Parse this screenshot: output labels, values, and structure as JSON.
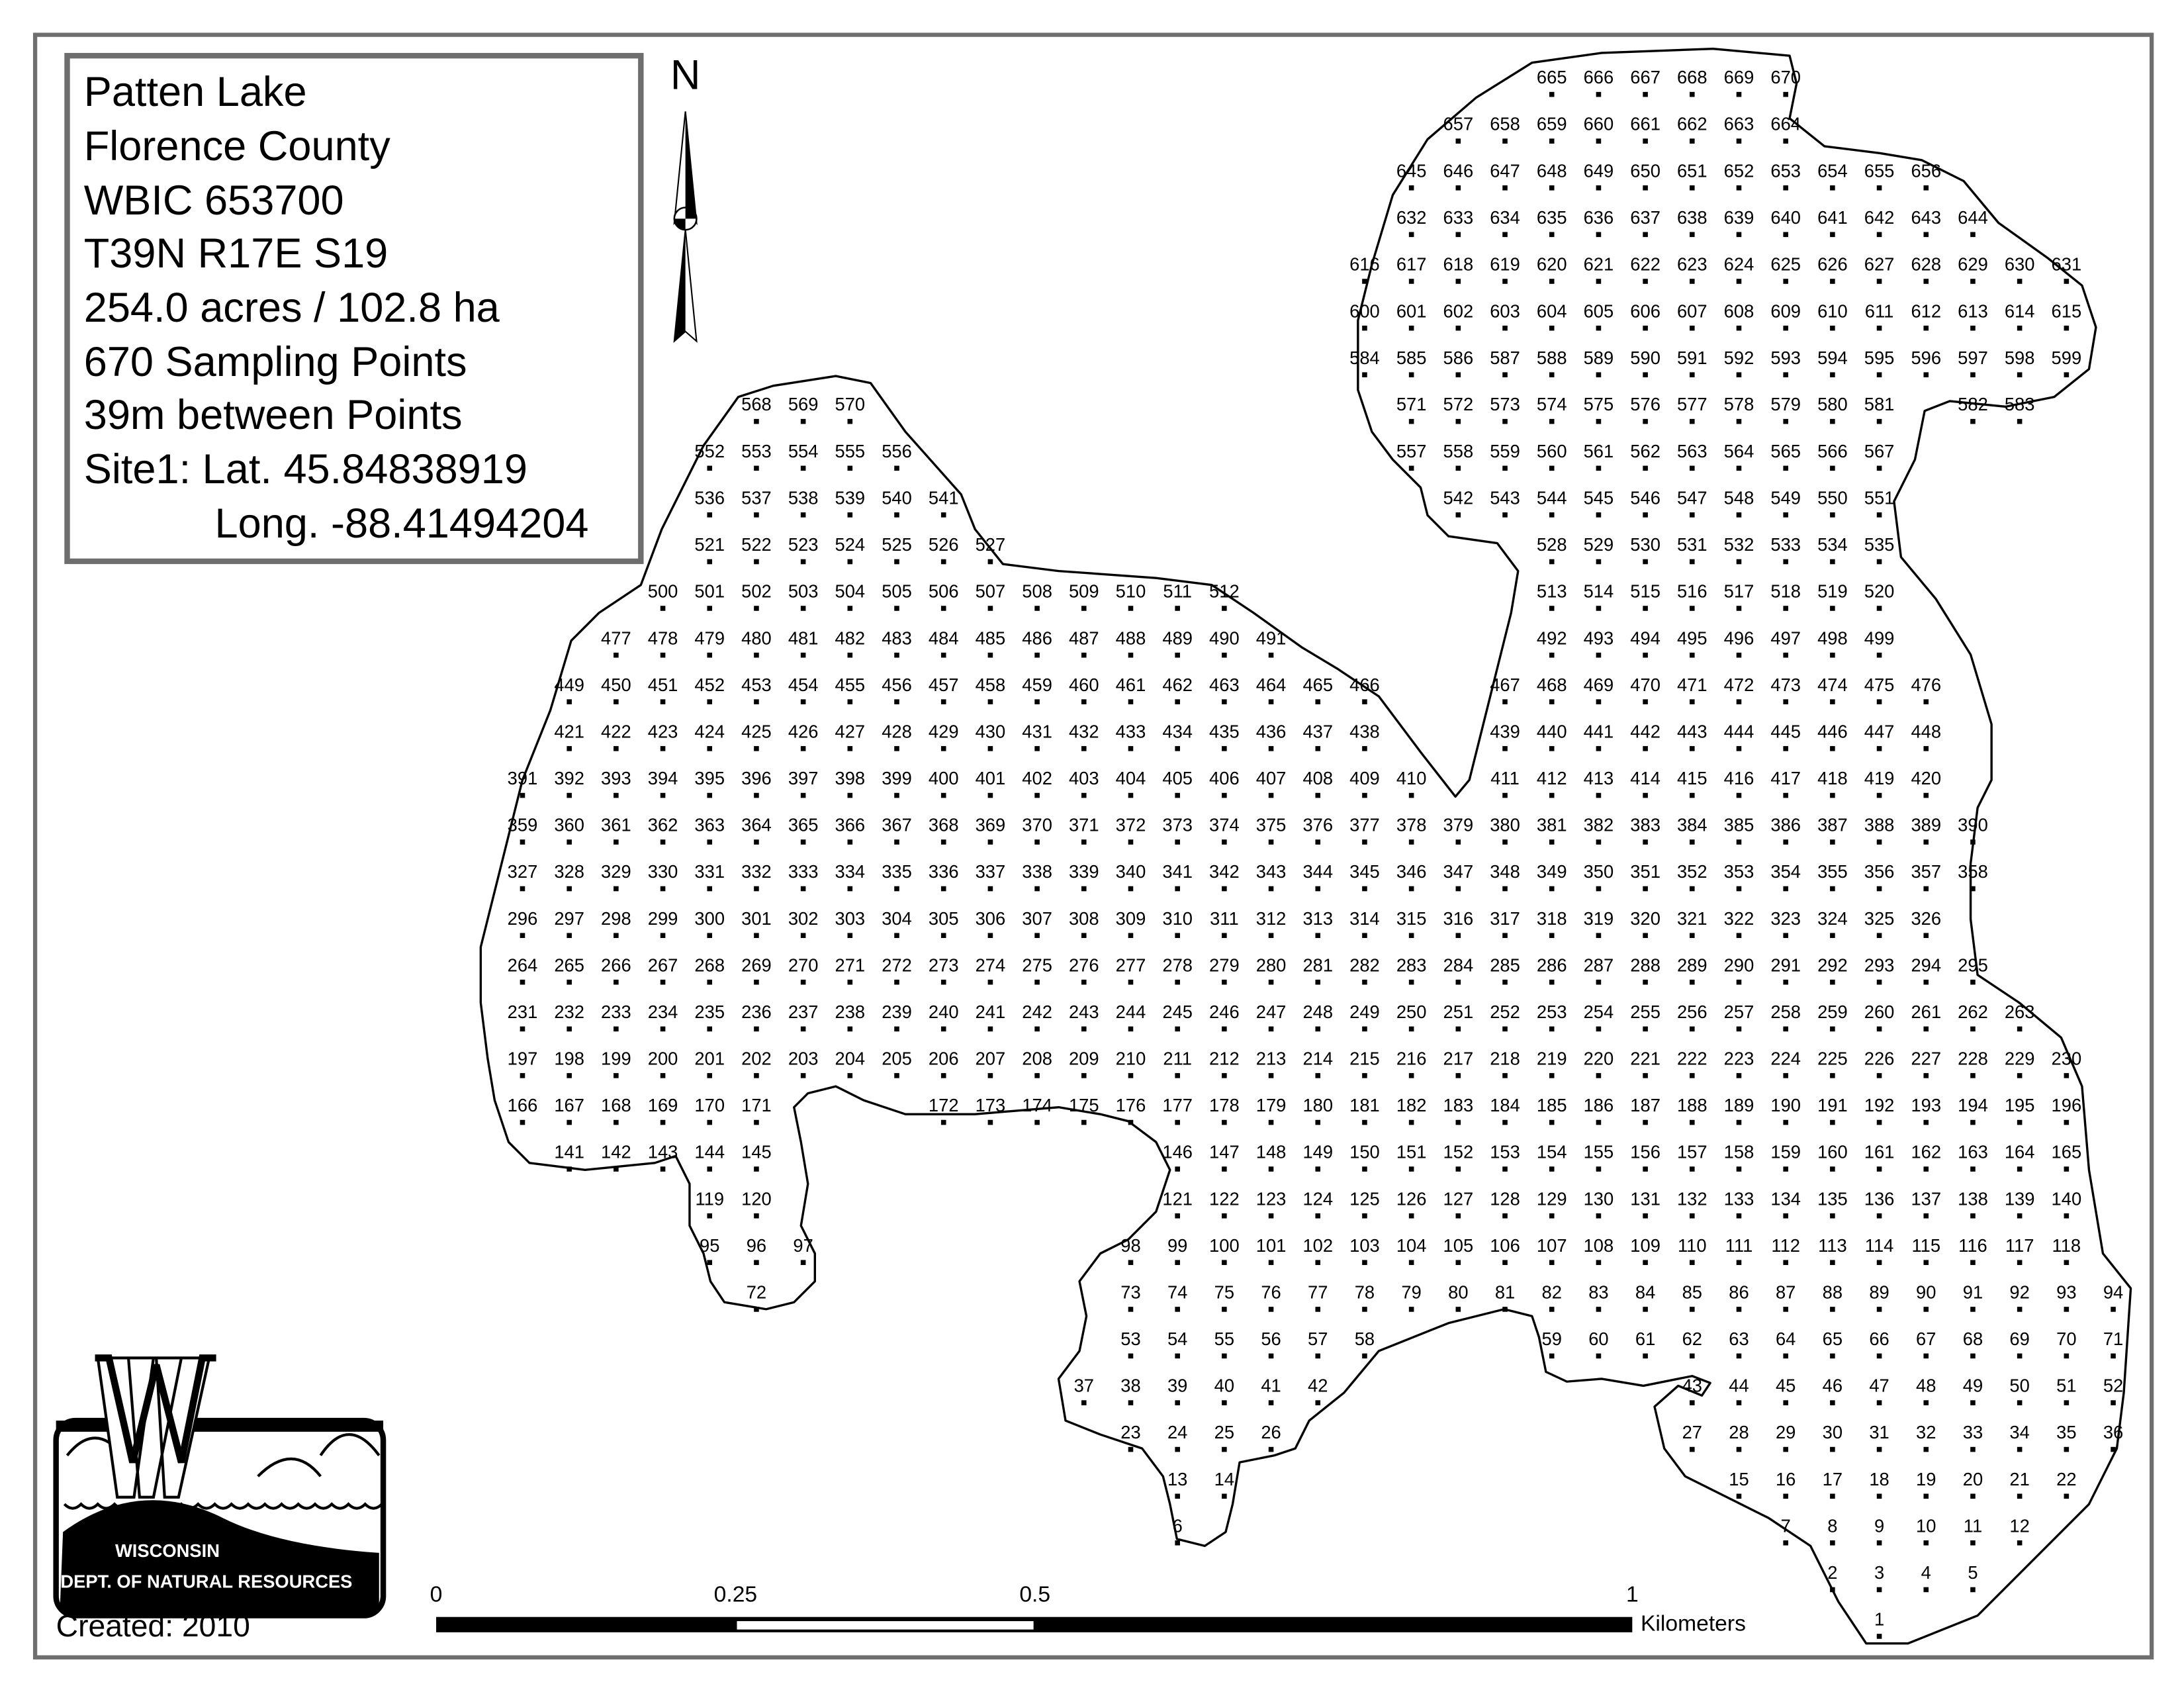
{
  "legend": {
    "lines": [
      "Patten Lake",
      "Florence County",
      "WBIC 653700",
      "T39N R17E S19",
      "254.0 acres / 102.8 ha",
      "670 Sampling Points",
      "39m between Points",
      "Site1: Lat. 45.84838919"
    ],
    "longitude": "Long. -88.41494204"
  },
  "north_arrow": {
    "label": "N"
  },
  "logo": {
    "line1": "WISCONSIN",
    "line2": "DEPT. OF NATURAL RESOURCES"
  },
  "scale_bar": {
    "ticks": [
      "0",
      "0.25",
      "0.5",
      "1"
    ],
    "unit": "Kilometers"
  },
  "created": "Created: 2010",
  "colors": {
    "frame": "#6e6e6e",
    "ink": "#000000"
  },
  "sampling_points": {
    "rows": [
      [
        [
          665,
          670
        ]
      ],
      [
        [
          657,
          664
        ]
      ],
      [
        [
          645,
          656
        ]
      ],
      [
        [
          632,
          644
        ]
      ],
      [
        [
          616,
          631
        ]
      ],
      [
        [
          600,
          615
        ]
      ],
      [
        [
          584,
          599
        ]
      ],
      [
        [
          568,
          570
        ],
        [
          571,
          581
        ],
        [
          582,
          583
        ]
      ],
      [
        [
          552,
          556
        ],
        [
          557,
          567
        ]
      ],
      [
        [
          536,
          541
        ],
        [
          542,
          551
        ]
      ],
      [
        [
          521,
          527
        ],
        [
          528,
          535
        ]
      ],
      [
        [
          500,
          512
        ],
        [
          513,
          520
        ]
      ],
      [
        [
          477,
          491
        ],
        [
          492,
          499
        ]
      ],
      [
        [
          449,
          466
        ],
        [
          467,
          476
        ]
      ],
      [
        [
          421,
          438
        ],
        [
          439,
          448
        ]
      ],
      [
        [
          391,
          410
        ],
        [
          411,
          420
        ]
      ],
      [
        [
          359,
          390
        ]
      ],
      [
        [
          327,
          358
        ]
      ],
      [
        [
          296,
          326
        ]
      ],
      [
        [
          264,
          295
        ]
      ],
      [
        [
          231,
          263
        ]
      ],
      [
        [
          197,
          230
        ]
      ],
      [
        [
          166,
          171
        ],
        [
          172,
          196
        ]
      ],
      [
        [
          141,
          145
        ],
        [
          146,
          165
        ]
      ],
      [
        [
          119,
          120
        ],
        [
          121,
          140
        ]
      ],
      [
        [
          95,
          97
        ],
        [
          98,
          118
        ]
      ],
      [
        [
          72,
          72
        ],
        [
          73,
          94
        ]
      ],
      [
        [
          53,
          58
        ],
        [
          59,
          71
        ]
      ],
      [
        [
          37,
          42
        ],
        [
          43,
          52
        ]
      ],
      [
        [
          23,
          26
        ],
        [
          27,
          36
        ]
      ],
      [
        [
          13,
          14
        ],
        [
          15,
          22
        ]
      ],
      [
        [
          6,
          6
        ],
        [
          7,
          12
        ]
      ],
      [
        [
          2,
          5
        ]
      ],
      [
        [
          1,
          1
        ]
      ]
    ]
  }
}
